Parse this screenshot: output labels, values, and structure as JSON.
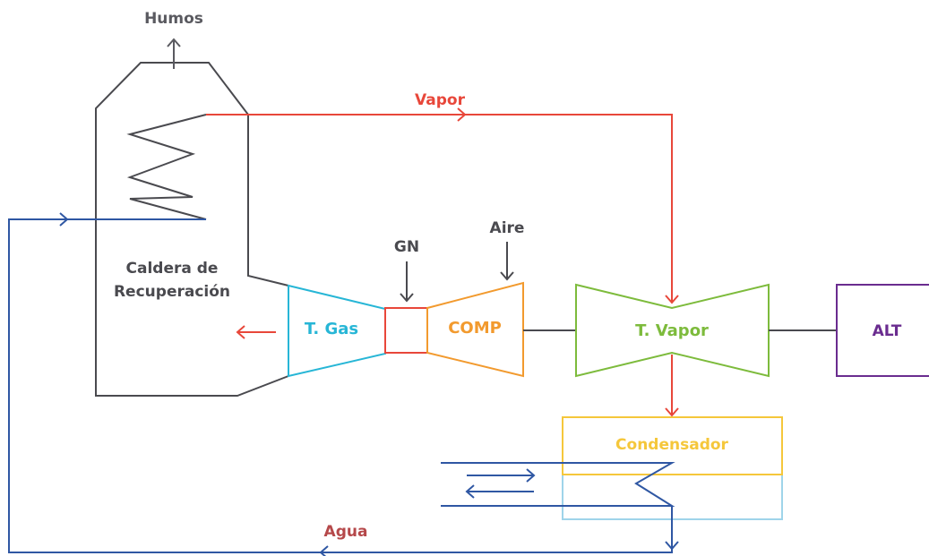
{
  "labels": {
    "humos": "Humos",
    "vapor": "Vapor",
    "caldera_line1": "Caldera de",
    "caldera_line2": "Recuperación",
    "gn": "GN",
    "aire": "Aire",
    "t_gas": "T. Gas",
    "comp": "COMP",
    "t_vapor": "T. Vapor",
    "alt": "ALT",
    "condensador": "Condensador",
    "agua": "Agua"
  },
  "colors": {
    "boiler": "#4a4a4f",
    "steam": "#e8473a",
    "water": "#2f57a3",
    "gas_turbine": "#27b6d6",
    "combustor": "#e8473a",
    "compressor": "#f29a2e",
    "steam_turbine": "#7dbb3c",
    "alternator": "#6a2c8f",
    "condenser_top": "#f5c73b",
    "condenser_bottom": "#9fd4ea",
    "label_gray": "#5a5a60"
  },
  "icons": {
    "humos_arrow": "arrow-up-icon",
    "gn_arrow": "arrow-down-icon",
    "aire_arrow": "arrow-down-icon",
    "exhaust_arrow": "arrow-left-icon"
  }
}
